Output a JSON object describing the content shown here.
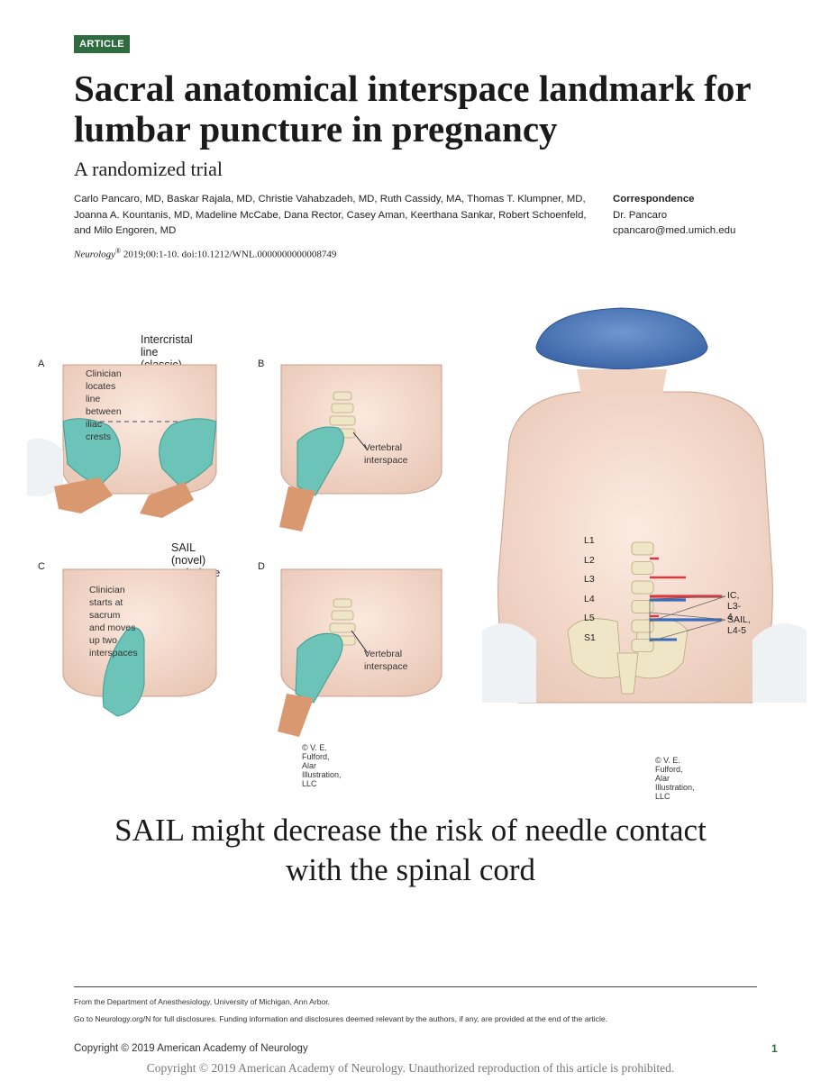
{
  "header": {
    "badge": "ARTICLE",
    "title": "Sacral anatomical interspace landmark for lumbar puncture in pregnancy",
    "subtitle": "A randomized trial",
    "authors": "Carlo Pancaro, MD, Baskar Rajala, MD, Christie Vahabzadeh, MD, Ruth Cassidy, MA, Thomas T. Klumpner, MD, Joanna A. Kountanis, MD, Madeline McCabe, Dana Rector, Casey Aman, Keerthana Sankar, Robert Schoenfeld, and Milo Engoren, MD",
    "correspondence_label": "Correspondence",
    "correspondence_name": "Dr. Pancaro",
    "correspondence_email": "cpancaro@med.umich.edu",
    "journal": "Neurology",
    "journal_mark": "®",
    "citation_rest": " 2019;00:1-10. doi:10.1212/WNL.0000000000008749"
  },
  "figure": {
    "left_title_top": "Intercristal line (classic) technique",
    "left_title_bottom": "SAIL (novel) technique",
    "panels": {
      "a": "A",
      "b": "B",
      "c": "C",
      "d": "D",
      "a_caption_1": "Clinician locates line",
      "a_caption_2": "between iliac crests",
      "b_caption_1": "Vertebral",
      "b_caption_2": "interspace",
      "c_caption_1": "Clinician starts at",
      "c_caption_2": "sacrum and moves",
      "c_caption_3": "up two interspaces",
      "d_caption_1": "Vertebral",
      "d_caption_2": "interspace"
    },
    "spine_levels": [
      "L1",
      "L2",
      "L3",
      "L4",
      "L5",
      "S1"
    ],
    "ic_label": "IC, L3-4",
    "sail_label": "SAIL, L4-5",
    "copyright_left": "© V. E. Fulford, Alar Illustration, LLC",
    "copyright_right": "© V. E. Fulford, Alar Illustration, LLC",
    "colors": {
      "skin": "#f4dccf",
      "skin_shadow": "#e8c4b2",
      "glove": "#6cc3b8",
      "glove_dark": "#3f9c93",
      "cap": "#4a78b8",
      "bone": "#efe6c8",
      "ic_red": "#d8393f",
      "sail_blue": "#3a6bbf"
    }
  },
  "tagline_1": "SAIL might decrease the risk of needle contact",
  "tagline_2": "with the spinal cord",
  "footer": {
    "affiliation": "From the Department of Anesthesiology, University of Michigan, Ann Arbor.",
    "disclosures": "Go to Neurology.org/N for full disclosures. Funding information and disclosures deemed relevant by the authors, if any, are provided at the end of the article.",
    "copyright": "Copyright © 2019 American Academy of Neurology",
    "page": "1",
    "watermark": "Copyright © 2019 American Academy of Neurology. Unauthorized reproduction of this article is prohibited."
  }
}
